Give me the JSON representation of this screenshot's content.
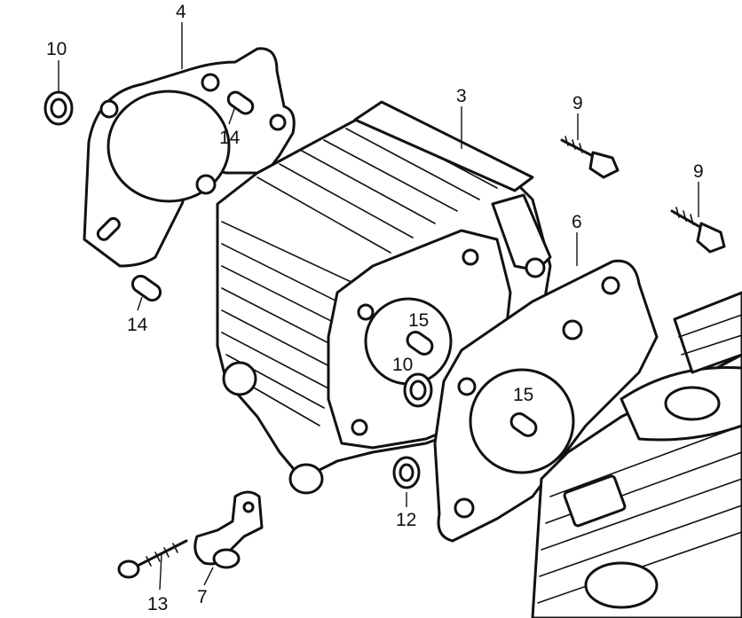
{
  "diagram": {
    "callouts": [
      {
        "id": "c4",
        "label": "4"
      },
      {
        "id": "c10a",
        "label": "10"
      },
      {
        "id": "c14a",
        "label": "14"
      },
      {
        "id": "c14b",
        "label": "14"
      },
      {
        "id": "c3",
        "label": "3"
      },
      {
        "id": "c9a",
        "label": "9"
      },
      {
        "id": "c9b",
        "label": "9"
      },
      {
        "id": "c6",
        "label": "6"
      },
      {
        "id": "c15a",
        "label": "15"
      },
      {
        "id": "c10b",
        "label": "10"
      },
      {
        "id": "c15b",
        "label": "15"
      },
      {
        "id": "c12",
        "label": "12"
      },
      {
        "id": "c13",
        "label": "13"
      },
      {
        "id": "c7",
        "label": "7"
      }
    ]
  }
}
